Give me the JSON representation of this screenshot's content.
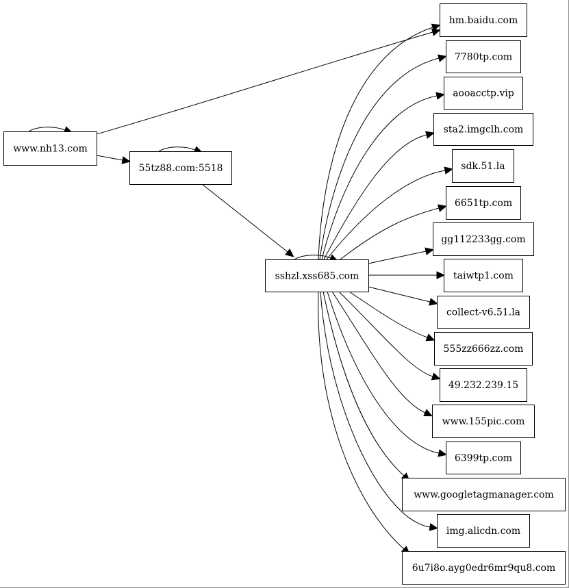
{
  "graph": {
    "nodes": [
      {
        "id": "nh13",
        "label": "www.nh13.com"
      },
      {
        "id": "tz88",
        "label": "55tz88.com:5518"
      },
      {
        "id": "sshzl",
        "label": "sshzl.xss685.com"
      },
      {
        "id": "baidu",
        "label": "hm.baidu.com"
      },
      {
        "id": "7780",
        "label": "7780tp.com"
      },
      {
        "id": "aooacc",
        "label": "aooacctp.vip"
      },
      {
        "id": "sta2",
        "label": "sta2.imgclh.com"
      },
      {
        "id": "sdk51",
        "label": "sdk.51.la"
      },
      {
        "id": "6651",
        "label": "6651tp.com"
      },
      {
        "id": "gg112",
        "label": "gg112233gg.com"
      },
      {
        "id": "taiwtp",
        "label": "taiwtp1.com"
      },
      {
        "id": "collect",
        "label": "collect-v6.51.la"
      },
      {
        "id": "555zz",
        "label": "555zz666zz.com"
      },
      {
        "id": "ip49",
        "label": "49.232.239.15"
      },
      {
        "id": "155pic",
        "label": "www.155pic.com"
      },
      {
        "id": "6399",
        "label": "6399tp.com"
      },
      {
        "id": "gtm",
        "label": "www.googletagmanager.com"
      },
      {
        "id": "alicdn",
        "label": "img.alicdn.com"
      },
      {
        "id": "ayg",
        "label": "6u7i8o.ayg0edr6mr9qu8.com"
      }
    ],
    "edges": [
      {
        "from": "nh13",
        "to": "nh13"
      },
      {
        "from": "nh13",
        "to": "baidu"
      },
      {
        "from": "nh13",
        "to": "tz88"
      },
      {
        "from": "tz88",
        "to": "tz88"
      },
      {
        "from": "tz88",
        "to": "sshzl"
      },
      {
        "from": "sshzl",
        "to": "sshzl"
      },
      {
        "from": "sshzl",
        "to": "baidu"
      },
      {
        "from": "sshzl",
        "to": "7780"
      },
      {
        "from": "sshzl",
        "to": "aooacc"
      },
      {
        "from": "sshzl",
        "to": "sta2"
      },
      {
        "from": "sshzl",
        "to": "sdk51"
      },
      {
        "from": "sshzl",
        "to": "6651"
      },
      {
        "from": "sshzl",
        "to": "gg112"
      },
      {
        "from": "sshzl",
        "to": "taiwtp"
      },
      {
        "from": "sshzl",
        "to": "collect"
      },
      {
        "from": "sshzl",
        "to": "555zz"
      },
      {
        "from": "sshzl",
        "to": "ip49"
      },
      {
        "from": "sshzl",
        "to": "155pic"
      },
      {
        "from": "sshzl",
        "to": "6399"
      },
      {
        "from": "sshzl",
        "to": "gtm"
      },
      {
        "from": "sshzl",
        "to": "alicdn"
      },
      {
        "from": "sshzl",
        "to": "ayg"
      }
    ]
  }
}
